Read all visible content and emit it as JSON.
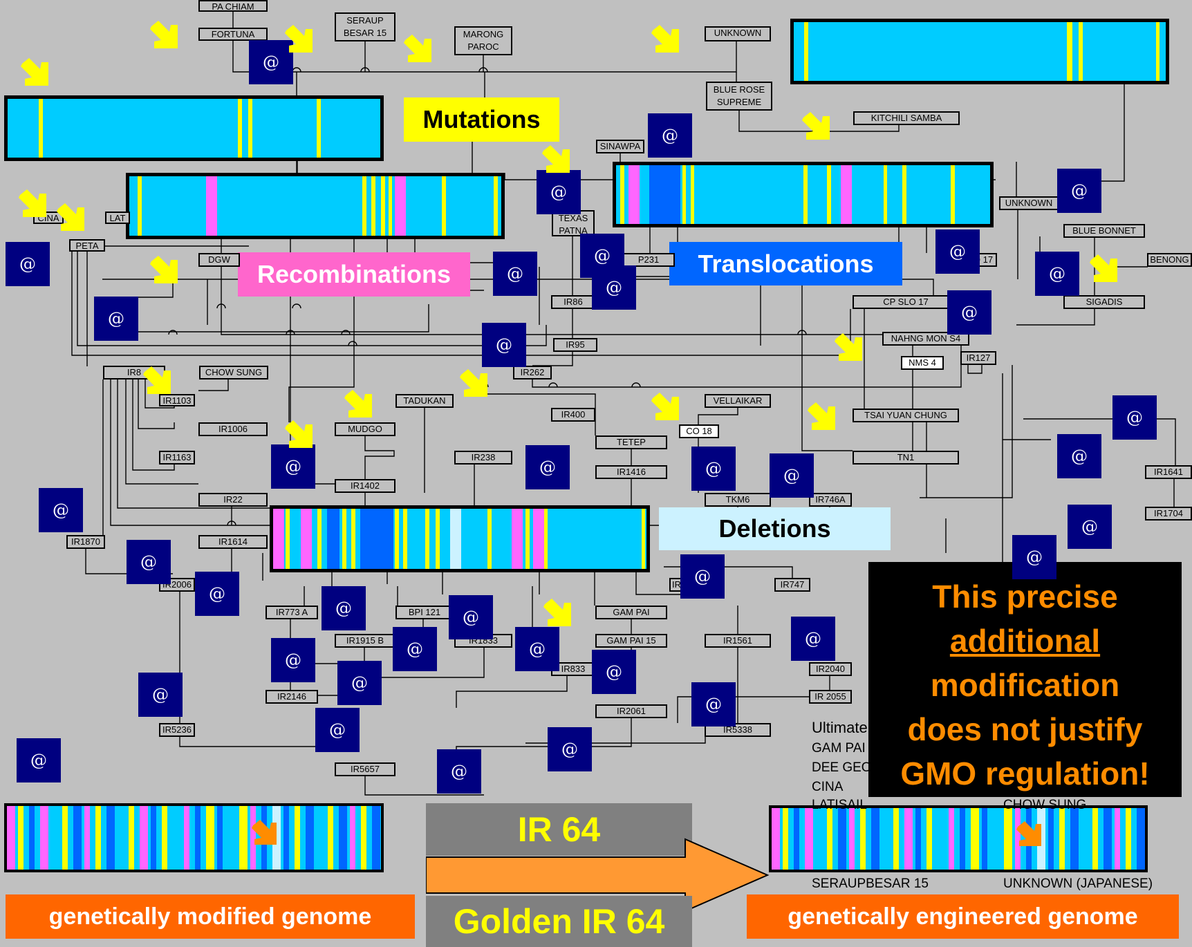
{
  "labels": {
    "mutations": "Mutations",
    "recombinations": "Recombinations",
    "translocations": "Translocations",
    "deletions": "Deletions"
  },
  "note": {
    "line1": "This precise",
    "line2": "additional",
    "line3": "modification",
    "line4": "does not justify",
    "line5": "GMO regulation!"
  },
  "bottom": {
    "ir64": "IR 64",
    "golden": "Golden IR 64",
    "left_banner": "genetically modified genome",
    "right_banner": "genetically engineered genome",
    "seraup": "SERAUPBESAR 15",
    "unknown_jp": "UNKNOWN (JAPANESE)",
    "ultimate": "Ultimate",
    "gam_pai": "GAM PAI",
    "dee_geo": "DEE GEO",
    "cina": "CINA",
    "latisail": "LATISAIL",
    "chow_sung": "CHOW SUNG"
  },
  "at_symbol": "@",
  "varieties": [
    {
      "id": "pachiam",
      "text": "PA CHIAM"
    },
    {
      "id": "fortuna",
      "text": "FORTUNA"
    },
    {
      "id": "seraup",
      "text": "SERAUP BESAR 15"
    },
    {
      "id": "marong",
      "text": "MARONG PAROC"
    },
    {
      "id": "unknown1",
      "text": "UNKNOWN"
    },
    {
      "id": "bluerose",
      "text": "BLUE ROSE SUPREME"
    },
    {
      "id": "kitchili",
      "text": "KITCHILI SAMBA"
    },
    {
      "id": "sinawpa",
      "text": "SINAWPA"
    },
    {
      "id": "cina",
      "text": "CINA"
    },
    {
      "id": "lat",
      "text": "LAT"
    },
    {
      "id": "peta",
      "text": "PETA"
    },
    {
      "id": "dgw",
      "text": "DGW"
    },
    {
      "id": "texas",
      "text": "TEXAS PATNA"
    },
    {
      "id": "p231",
      "text": "P231"
    },
    {
      "id": "unknown2",
      "text": "UNKNOWN"
    },
    {
      "id": "bluebonnet",
      "text": "BLUE BONNET"
    },
    {
      "id": "benong",
      "text": "BENONG"
    },
    {
      "id": "o17",
      "text": "O 17"
    },
    {
      "id": "ir86",
      "text": "IR86"
    },
    {
      "id": "cpslo",
      "text": "CP SLO 17"
    },
    {
      "id": "sigadis",
      "text": "SIGADIS"
    },
    {
      "id": "ir95",
      "text": "IR95"
    },
    {
      "id": "nahng",
      "text": "NAHNG MON S4"
    },
    {
      "id": "nms4",
      "text": "NMS 4"
    },
    {
      "id": "ir127",
      "text": "IR127"
    },
    {
      "id": "ir8",
      "text": "IR8"
    },
    {
      "id": "chowsung",
      "text": "CHOW SUNG"
    },
    {
      "id": "ir262",
      "text": "IR262"
    },
    {
      "id": "ir1103",
      "text": "IR1103"
    },
    {
      "id": "tadukan",
      "text": "TADUKAN"
    },
    {
      "id": "vellaikar",
      "text": "VELLAIKAR"
    },
    {
      "id": "ir400",
      "text": "IR400"
    },
    {
      "id": "tsai",
      "text": "TSAI YUAN CHUNG"
    },
    {
      "id": "ir1006",
      "text": "IR1006"
    },
    {
      "id": "mudgo",
      "text": "MUDGO"
    },
    {
      "id": "co18",
      "text": "CO 18"
    },
    {
      "id": "tetep",
      "text": "TETEP"
    },
    {
      "id": "ir1163",
      "text": "IR1163"
    },
    {
      "id": "ir238",
      "text": "IR238"
    },
    {
      "id": "tn1",
      "text": "TN1"
    },
    {
      "id": "ir1416",
      "text": "IR1416"
    },
    {
      "id": "ir1641",
      "text": "IR1641"
    },
    {
      "id": "ir1402",
      "text": "IR1402"
    },
    {
      "id": "ir22",
      "text": "IR22"
    },
    {
      "id": "tkm6",
      "text": "TKM6"
    },
    {
      "id": "ir746a",
      "text": "IR746A"
    },
    {
      "id": "ir1704",
      "text": "IR1704"
    },
    {
      "id": "ir1870",
      "text": "IR1870"
    },
    {
      "id": "ir1614",
      "text": "IR1614"
    },
    {
      "id": "ir2006",
      "text": "IR2006"
    },
    {
      "id": "ir747",
      "text": "IR747"
    },
    {
      "id": "ir773",
      "text": "IR773 A"
    },
    {
      "id": "bpi121",
      "text": "BPI 121"
    },
    {
      "id": "gampai",
      "text": "GAM PAI"
    },
    {
      "id": "ir1915",
      "text": "IR1915 B"
    },
    {
      "id": "ir1833",
      "text": "IR1833"
    },
    {
      "id": "gampai15",
      "text": "GAM PAI 15"
    },
    {
      "id": "ir1561",
      "text": "IR1561"
    },
    {
      "id": "ir833",
      "text": "IR833"
    },
    {
      "id": "ir2040",
      "text": "IR2040"
    },
    {
      "id": "ir2146",
      "text": "IR2146"
    },
    {
      "id": "ir2055",
      "text": "IR 2055"
    },
    {
      "id": "ir2061",
      "text": "IR2061"
    },
    {
      "id": "ir5236",
      "text": "IR5236"
    },
    {
      "id": "ir5338",
      "text": "IR5338"
    },
    {
      "id": "ir5657",
      "text": "IR5657"
    },
    {
      "id": "irtrunc",
      "text": "IR"
    }
  ]
}
